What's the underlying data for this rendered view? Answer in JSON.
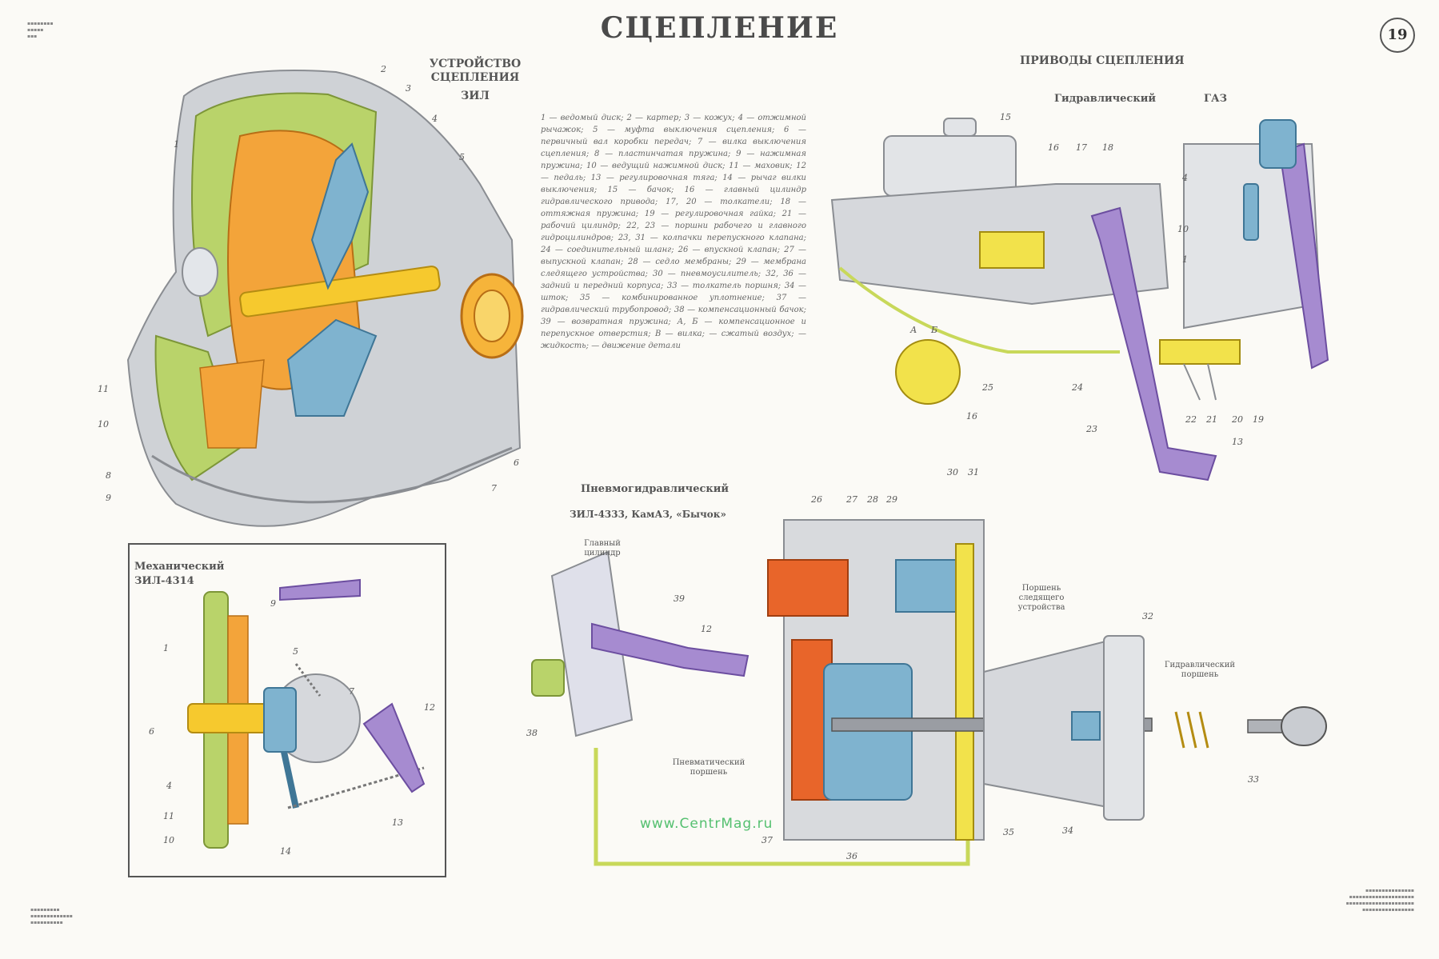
{
  "title": "СЦЕПЛЕНИЕ",
  "sheet_number": "19",
  "zil_section": {
    "heading_line1": "УСТРОЙСТВО",
    "heading_line2": "СЦЕПЛЕНИЯ",
    "heading_line3": "ЗИЛ"
  },
  "drives_section": {
    "heading": "ПРИВОДЫ СЦЕПЛЕНИЯ",
    "hydraulic_label": "Гидравлический",
    "gaz_label": "ГАЗ"
  },
  "mechanical_section": {
    "heading_line1": "Механический",
    "heading_line2": "ЗИЛ-4314"
  },
  "pneumo_section": {
    "heading_line1": "Пневмогидравлический",
    "heading_line2": "ЗИЛ-4333, КамАЗ, «Бычок»"
  },
  "callouts": {
    "master_cylinder": "Главный цилиндр",
    "follower_piston": "Поршень следящего устройства",
    "hydraulic_piston": "Гидравлический поршень",
    "pneumatic_piston": "Пневматический поршень"
  },
  "legend_text": "1 — ведомый диск; 2 — картер; 3 — кожух; 4 — отжимной рычажок; 5 — муфта выключения сцепления; 6 — первичный вал коробки передач; 7 — вилка выключения сцепления; 8 — пластинчатая пружина; 9 — нажимная пружина; 10 — ведущий нажимной диск; 11 — маховик; 12 — педаль; 13 — регулировочная тяга; 14 — рычаг вилки выключения; 15 — бачок; 16 — главный цилиндр гидравлического привода; 17, 20 — толкатели; 18 — оттяжная пружина; 19 — регулировочная гайка; 21 — рабочий цилиндр; 22, 23 — поршни рабочего и главного гидроцилиндров; 23, 31 — колпачки перепускного клапана; 24 — соединительный шланг; 26 — впускной клапан; 27 — выпускной клапан; 28 — седло мембраны; 29 — мембрана следящего устройства; 30 — пневмоусилитель; 32, 36 — задний и передний корпуса; 33 — толкатель поршня; 34 — шток; 35 — комбинированное уплотнение; 37 — гидравлический трубопровод; 38 — компенсационный бачок; 39 — возвратная пружина; А, Б — компенсационное и перепускное отверстия; В — вилка; — сжатый воздух; — жидкость; — движение детали",
  "watermark": "www.CentrMag.ru",
  "part_numbers": {
    "zil": [
      "1",
      "2",
      "3",
      "4",
      "5",
      "6",
      "7",
      "8",
      "9",
      "10",
      "11"
    ],
    "mech": [
      "9",
      "1",
      "5",
      "7",
      "6",
      "4",
      "11",
      "10",
      "14",
      "13",
      "12"
    ],
    "hyd": [
      "15",
      "16",
      "17",
      "18",
      "А",
      "Б",
      "25",
      "16",
      "24",
      "23",
      "22",
      "21",
      "20",
      "19",
      "13",
      "4",
      "10",
      "1"
    ],
    "pneumo": [
      "26",
      "27",
      "28",
      "29",
      "30",
      "31",
      "39",
      "12",
      "38",
      "32",
      "33",
      "34",
      "35",
      "36",
      "37"
    ]
  },
  "colors": {
    "housing": "#c9ccd1",
    "flywheel_green": "#b9d36a",
    "disc_orange": "#f3a43a",
    "shaft_yellow": "#f6c92e",
    "lever_blue": "#7fb3cf",
    "pedal_violet": "#a68bd0",
    "air_red": "#e8652a",
    "fluid_yellow": "#f2e24b",
    "pipe_green": "#c8d85a"
  }
}
